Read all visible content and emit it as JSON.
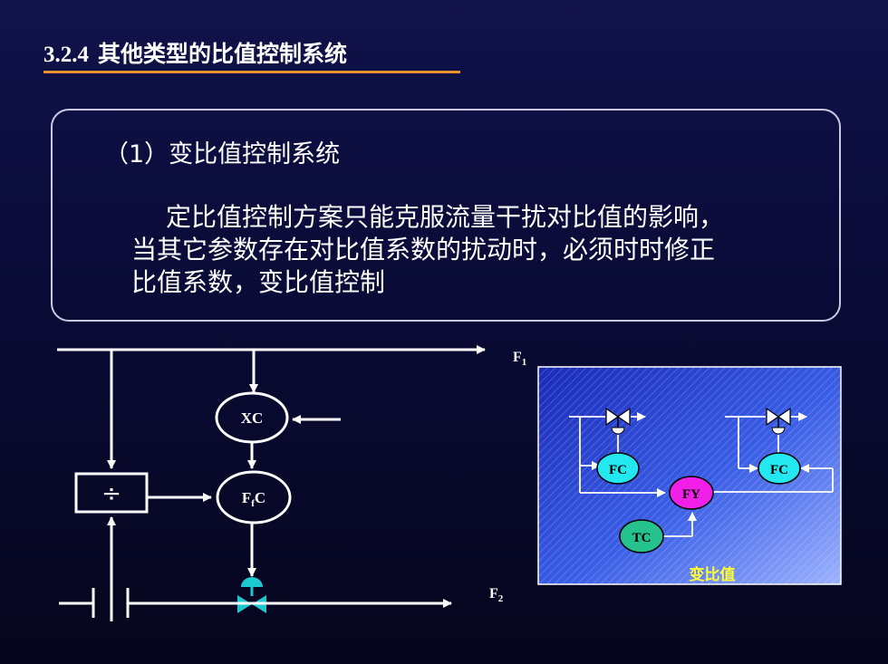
{
  "heading": {
    "number": "3.2.4",
    "title": "其他类型的比值控制系统"
  },
  "box": {
    "title": "（1）变比值控制系统",
    "lines": [
      "定比值控制方案只能克服流量干扰对比值的影响，",
      "当其它参数存在对比值系数的扰动时，必须时时修正",
      "比值系数，变比值控制"
    ]
  },
  "diagram": {
    "xc_label": "XC",
    "ffc_main": "F",
    "ffc_sub": "f",
    "ffc_tail": "C",
    "divider_symbol": "÷",
    "f1_main": "F",
    "f1_sub": "1",
    "f2_main": "F",
    "f2_sub": "2"
  },
  "inset": {
    "fc_left": "FC",
    "fc_right": "FC",
    "fy": "FY",
    "tc": "TC",
    "caption": "变比值",
    "colors": {
      "fc": "#23e8f0",
      "fy": "#f020e8",
      "tc": "#26c28e",
      "caption": "#ffff33"
    }
  }
}
